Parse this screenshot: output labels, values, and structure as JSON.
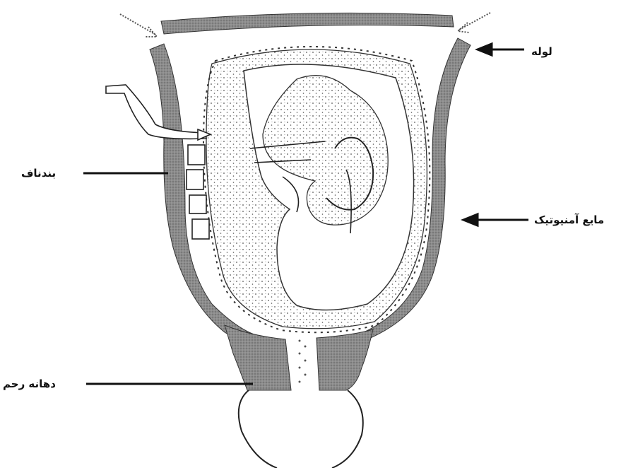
{
  "labels": {
    "tube": "لوله",
    "umbilical_cord": "بندناف",
    "amniotic_fluid": "مایع آمنیوتیک",
    "cervix": "دهانه رحم"
  },
  "colors": {
    "wall": "#8c8c8c",
    "stipple": "#555555",
    "ink": "#111111"
  },
  "icons": [
    "arrow-left-icon",
    "dashed-arrow-icon"
  ]
}
